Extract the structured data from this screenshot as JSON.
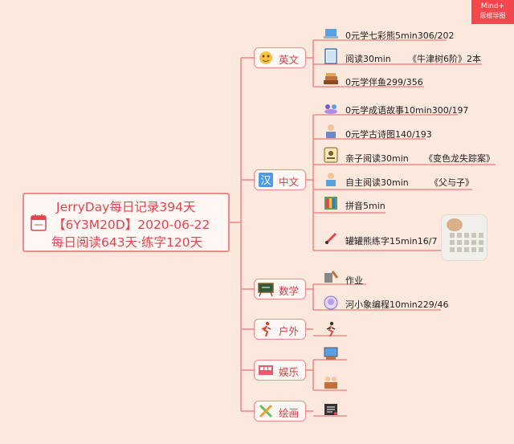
{
  "app": {
    "badge_line1": "Mind+",
    "badge_line2": "思维导图"
  },
  "central": {
    "line1": "JerryDay每日记录394天",
    "line2": "【6Y3M20D】2020-06-22",
    "line3": "每日阅读643天·练字120天",
    "icon": "calendar-icon"
  },
  "branches": {
    "english": {
      "label": "英文",
      "icon": "globe-mascot-icon"
    },
    "chinese": {
      "label": "中文",
      "icon": "han-character-icon"
    },
    "math": {
      "label": "数学",
      "icon": "blackboard-icon"
    },
    "outdoor": {
      "label": "户外",
      "icon": "runner-icon"
    },
    "entertainment": {
      "label": "娱乐",
      "icon": "theater-icon"
    },
    "drawing": {
      "label": "绘画",
      "icon": "ruler-pencil-icon"
    }
  },
  "leaves": {
    "english": [
      {
        "text": "0元学七彩熊5min306/202",
        "icon": "laptop-icon"
      },
      {
        "text": "阅读30min",
        "note": "《牛津树6阶》2本",
        "icon": "book-icon"
      },
      {
        "text": "0元学伴鱼299/356",
        "icon": "books-stack-icon"
      }
    ],
    "chinese": [
      {
        "text": "0元学成语故事10min300/197",
        "icon": "people-group-icon"
      },
      {
        "text": "0元学古诗图140/193",
        "icon": "student-icon"
      },
      {
        "text": "亲子阅读30min",
        "note": "《变色龙失踪案》",
        "icon": "id-card-icon"
      },
      {
        "text": "自主阅读30min",
        "note": "《父与子》",
        "icon": "reader-icon"
      },
      {
        "text": "拼音5min",
        "icon": "bookshelf-icon"
      },
      {
        "text": "罐罐熊练字15min16/7",
        "icon": "brush-icon"
      }
    ],
    "math": [
      {
        "text": "作业",
        "icon": "tools-icon"
      },
      {
        "text": "河小象编程10min229/46",
        "icon": "elephant-icon"
      }
    ]
  }
}
